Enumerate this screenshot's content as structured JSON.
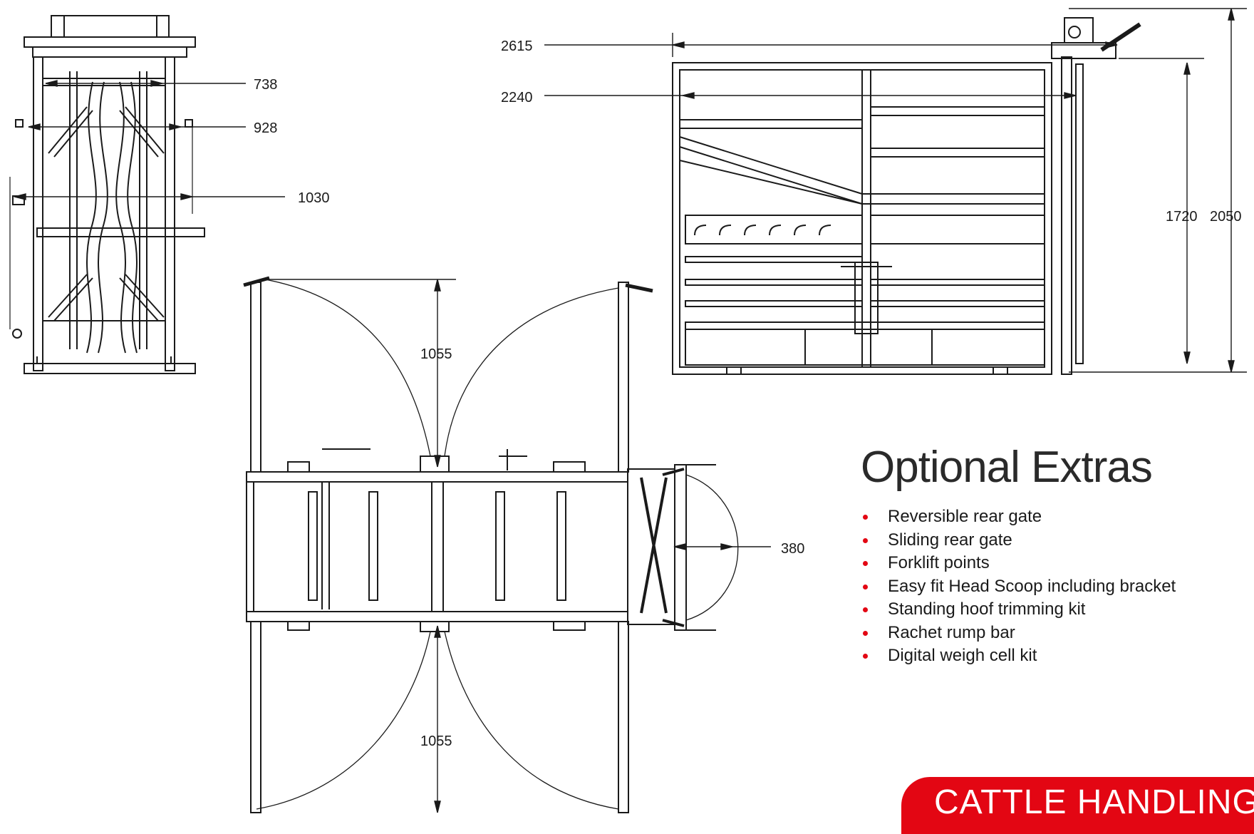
{
  "dimensions": {
    "front": {
      "d738": "738",
      "d928": "928",
      "d1030": "1030"
    },
    "side": {
      "d2615": "2615",
      "d2240": "2240",
      "d1720": "1720",
      "d2050": "2050"
    },
    "plan": {
      "d1055_top": "1055",
      "d1055_bottom": "1055",
      "d380": "380"
    }
  },
  "extras": {
    "title": "Optional Extras",
    "items": [
      "Reversible rear gate",
      "Sliding rear gate",
      "Forklift points",
      "Easy fit Head Scoop including bracket",
      "Standing hoof trimming kit",
      "Rachet rump bar",
      "Digital weigh cell kit"
    ]
  },
  "banner": {
    "text": "CATTLE HANDLING"
  },
  "colors": {
    "accent": "#e30613",
    "line": "#1a1a1a"
  }
}
